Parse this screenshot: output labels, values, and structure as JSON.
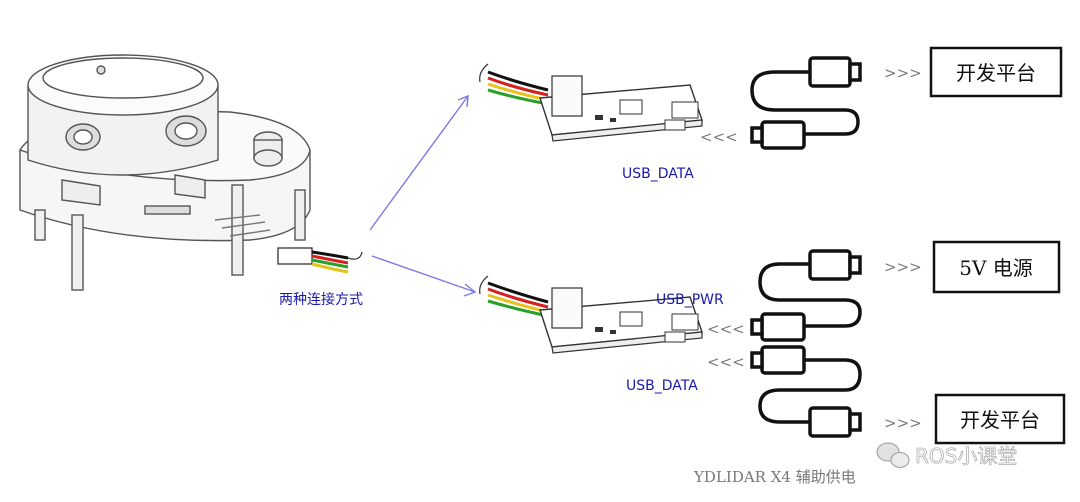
{
  "labels": {
    "connection_methods": "两种连接方式",
    "usb_data_top": "USB_DATA",
    "usb_pwr": "USB_PWR",
    "usb_data_bottom": "USB_DATA",
    "caption": "YDLIDAR X4 辅助供电",
    "watermark": "ROS小课堂"
  },
  "boxes": {
    "dev_platform_top": "开发平台",
    "power_5v": "5V 电源",
    "dev_platform_bottom": "开发平台"
  },
  "arrows_glyph": ">>>",
  "arrows_glyph_left": "<<<",
  "colors": {
    "label_blue": "#1a1aa8",
    "arrow_line": "#7a7ae6",
    "outline": "#111111",
    "wire_red": "#d62020",
    "wire_green": "#2aa02a",
    "wire_yellow": "#e6c21a",
    "wire_black": "#111111"
  }
}
